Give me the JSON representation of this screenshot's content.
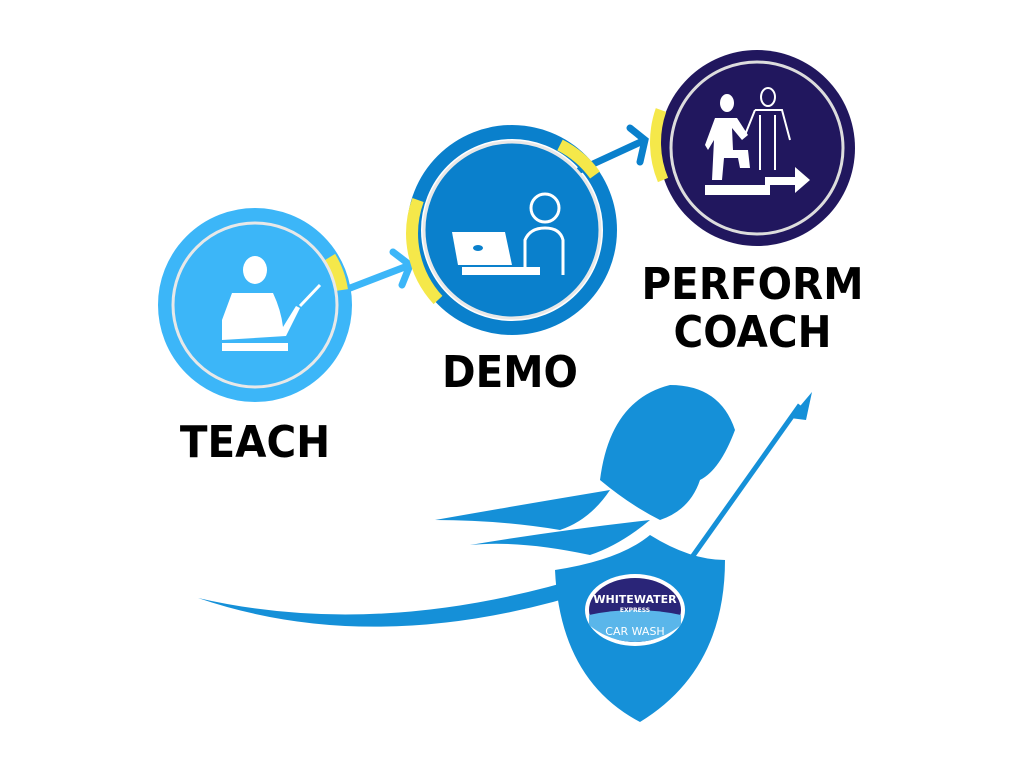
{
  "steps": [
    {
      "label": "TEACH",
      "icon": "teacher-icon",
      "color": "#3cb6f8"
    },
    {
      "label": "DEMO",
      "icon": "laptop-user-icon",
      "color": "#0a80cc"
    },
    {
      "label": "PERFORM",
      "label2": "COACH",
      "icon": "coach-step-icon",
      "color": "#21175e"
    }
  ],
  "accent": "#f5e84a",
  "logo": {
    "line1": "WHITEWATER",
    "line2": "EXPRESS",
    "line3": "CAR WASH",
    "color": "#1590d8"
  }
}
